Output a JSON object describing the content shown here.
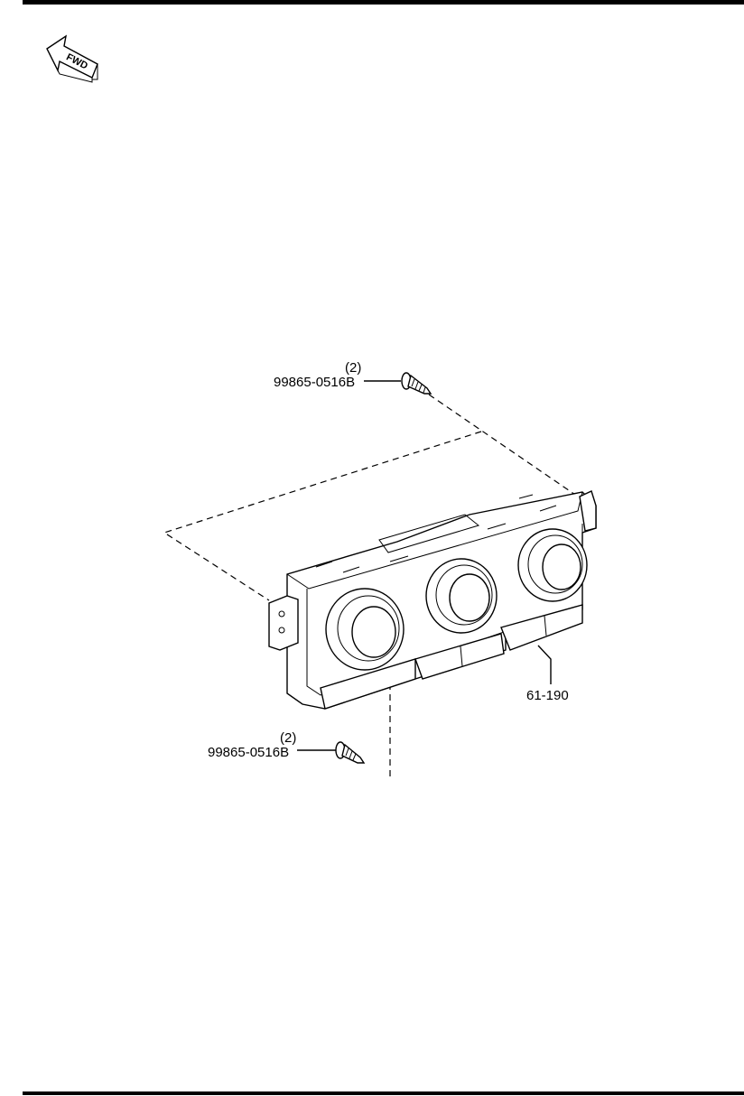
{
  "direction_badge": {
    "label": "FWD",
    "icon": "forward-arrow-icon"
  },
  "callouts": {
    "screw_top": {
      "part_number": "99865-0516B",
      "quantity": "(2)"
    },
    "screw_bottom": {
      "part_number": "99865-0516B",
      "quantity": "(2)"
    },
    "control_unit": {
      "part_number": "61-190"
    }
  },
  "icons": [
    "screw-icon",
    "climate-control-panel-icon"
  ],
  "colors": {
    "ink": "#000000",
    "paper": "#ffffff"
  }
}
